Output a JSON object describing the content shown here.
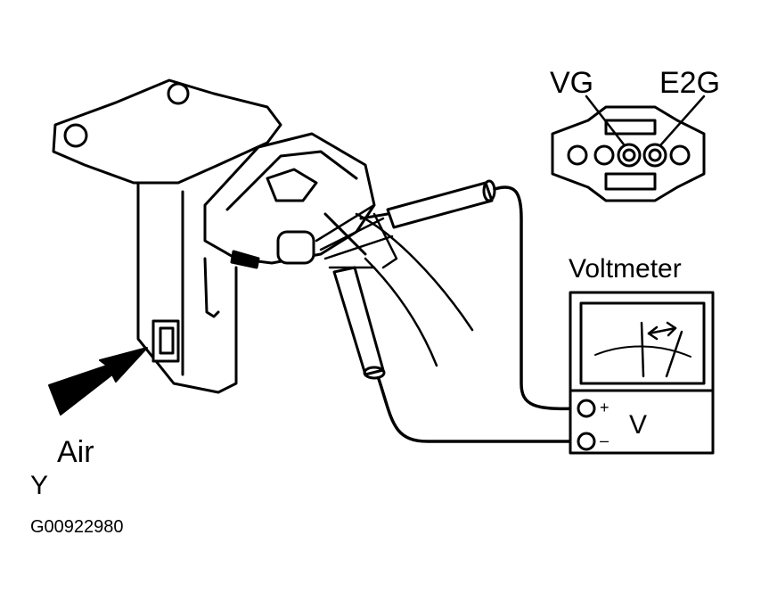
{
  "labels": {
    "vg": "VG",
    "e2g": "E2G",
    "voltmeter": "Voltmeter",
    "plus": "+",
    "minus": "–",
    "volt_unit": "V",
    "air": "Air",
    "y": "Y",
    "figure_id": "G00922980"
  },
  "colors": {
    "ink": "#000000",
    "paper": "#ffffff"
  }
}
